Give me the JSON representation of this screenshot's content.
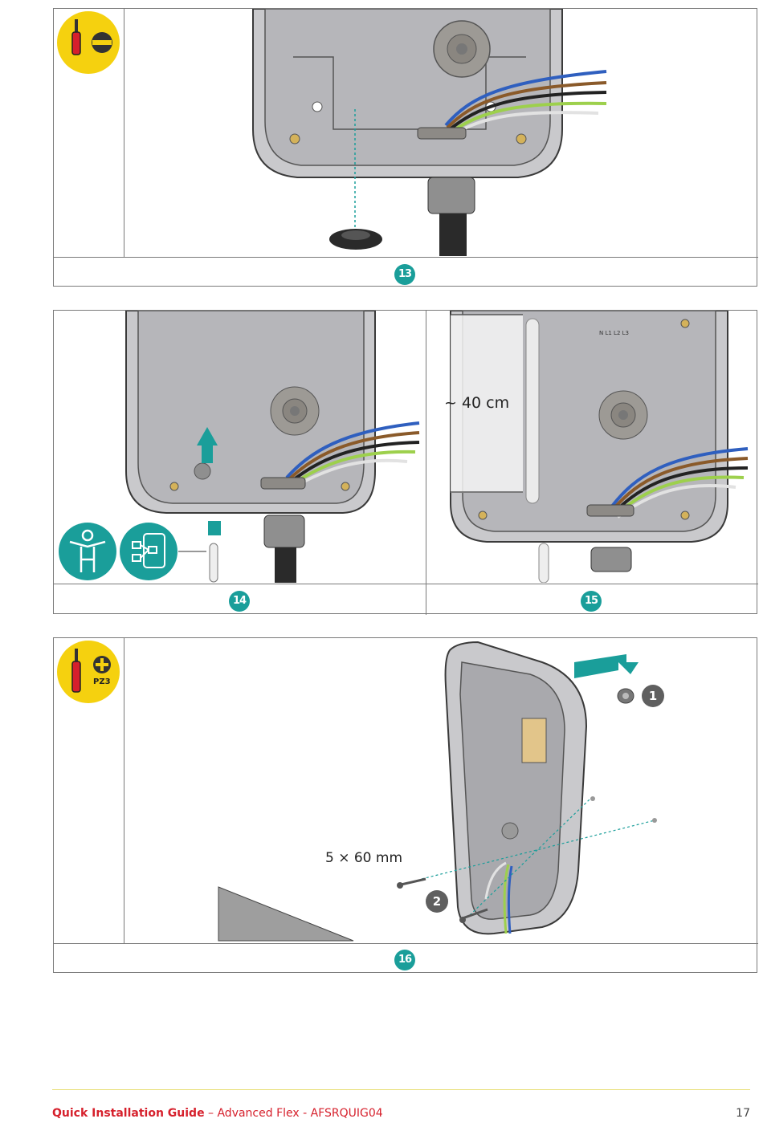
{
  "steps": {
    "s13": "13",
    "s14": "14",
    "s15": "15",
    "s16": "16"
  },
  "tools": {
    "pz3_label": "PZ3"
  },
  "annotations": {
    "length": "~ 40 cm",
    "screw_size": "5 × 60 mm",
    "callout_1": "1",
    "callout_2": "2"
  },
  "footer": {
    "title_bold": "Quick Installation Guide",
    "title_rest": " – Advanced Flex - AFSRQUIG04",
    "page_number": "17"
  },
  "colors": {
    "accent_teal": "#1a9e9a",
    "tool_yellow": "#f5d10f",
    "brand_red": "#d6202c",
    "device_grey": "#c9c9cc"
  }
}
